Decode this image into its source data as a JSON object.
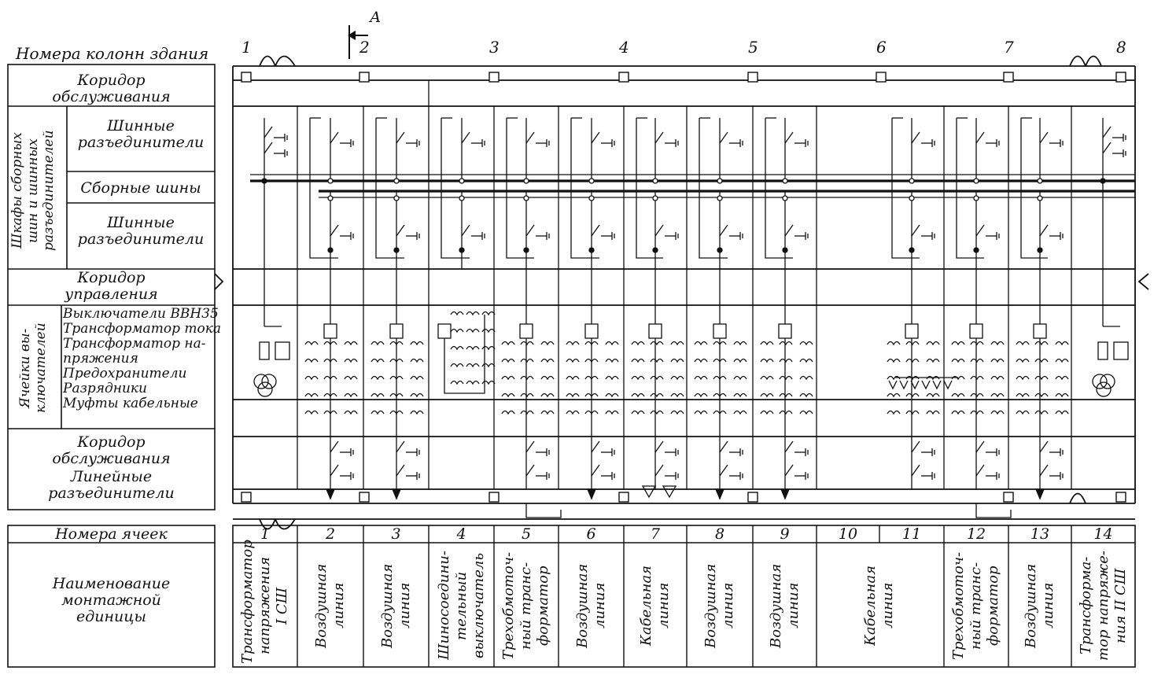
{
  "header": {
    "column_numbers_label": "Номера колонн здания",
    "section_marker": "А"
  },
  "column_numbers": [
    "1",
    "2",
    "3",
    "4",
    "5",
    "6",
    "7",
    "8"
  ],
  "rows": {
    "service_corridor_top": [
      "Коридор",
      "обслуживания"
    ],
    "busbar_cabinets_group": [
      "Шкафы сборных",
      "шин и шинных",
      "разъединителей"
    ],
    "bus_disconnectors_top": [
      "Шинные",
      "разъединители"
    ],
    "busbars": "Сборные шины",
    "bus_disconnectors_bottom": [
      "Шинные",
      "разъединители"
    ],
    "control_corridor": [
      "Коридор",
      "управления"
    ],
    "switch_cells_group": [
      "Ячейки вы-",
      "ключателей"
    ],
    "switch_cell_equipment": [
      "Выключатели ВВН35",
      "Трансформатор тока",
      "Трансформатор на-",
      "пряжения",
      "Предохранители",
      "Разрядники",
      "Муфты кабельные"
    ],
    "service_corridor_bottom": [
      "Коридор",
      "обслуживания"
    ],
    "line_disconnectors": [
      "Линейные",
      "разъединители"
    ]
  },
  "table": {
    "cell_numbers_label": "Номера ячеек",
    "unit_name_label": [
      "Наименование",
      "монтажной",
      "единицы"
    ],
    "cells": [
      {
        "num": "1",
        "name": [
          "Трансформатор",
          "напряжения",
          "I СШ"
        ]
      },
      {
        "num": "2",
        "name": [
          "Воздушная",
          "линия"
        ]
      },
      {
        "num": "3",
        "name": [
          "Воздушная",
          "линия"
        ]
      },
      {
        "num": "4",
        "name": [
          "Шиносоедини-",
          "тельный",
          "выключатель"
        ]
      },
      {
        "num": "5",
        "name": [
          "Трехобмоточ-",
          "ный транс-",
          "форматор"
        ]
      },
      {
        "num": "6",
        "name": [
          "Воздушная",
          "линия"
        ]
      },
      {
        "num": "7",
        "name": [
          "Кабельная",
          "линия"
        ]
      },
      {
        "num": "8",
        "name": [
          "Воздушная",
          "линия"
        ]
      },
      {
        "num": "9",
        "name": [
          "Воздушная",
          "линия"
        ]
      },
      {
        "num": "10",
        "name": []
      },
      {
        "num": "11",
        "name": []
      },
      {
        "num": "12",
        "name": [
          "Трехобмоточ-",
          "ный транс-",
          "форматор"
        ]
      },
      {
        "num": "13",
        "name": [
          "Воздушная",
          "линия"
        ]
      },
      {
        "num": "14",
        "name": [
          "Трансформа-",
          "тор напряже-",
          "ния II СШ"
        ]
      }
    ],
    "merged_name_10_11": [
      "Кабельная",
      "линия"
    ]
  }
}
